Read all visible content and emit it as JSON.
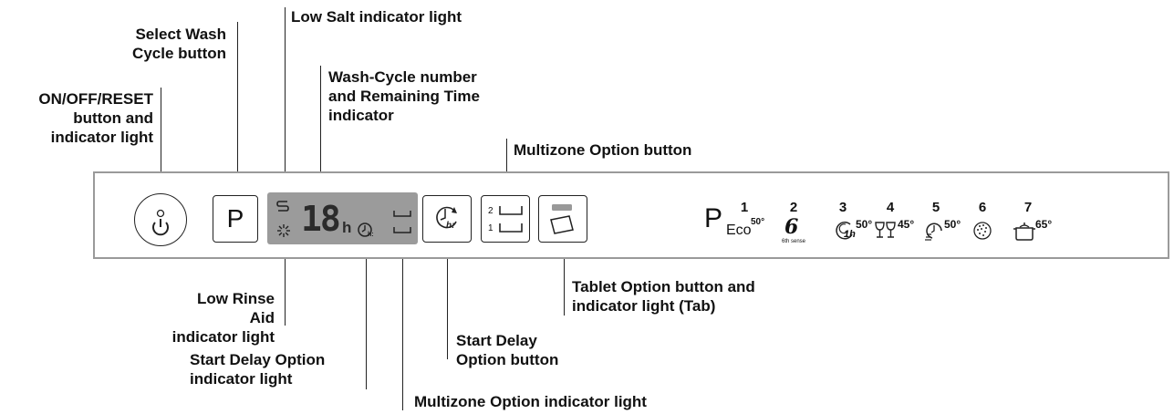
{
  "callouts": {
    "onoff": "ON/OFF/RESET\nbutton and\nindicator light",
    "select_wash": "Select Wash\nCycle button",
    "low_salt": "Low Salt indicator light",
    "wash_number": "Wash-Cycle number\nand Remaining Time\nindicator",
    "multizone_button": "Multizone Option button",
    "low_rinse": "Low Rinse\nAid\nindicator light",
    "start_delay_light": "Start Delay Option\nindicator light",
    "multizone_light": "Multizone Option indicator light",
    "start_delay_button": "Start Delay\nOption button",
    "tablet": "Tablet Option button and\nindicator light (Tab)"
  },
  "panel": {
    "program_button": "P",
    "display_digits": "18",
    "display_unit": "h",
    "program_letter": "P",
    "programs": [
      {
        "number": "1",
        "label": "Eco",
        "temp": "50°"
      },
      {
        "number": "2",
        "label": "6th sense",
        "temp": ""
      },
      {
        "number": "3",
        "label": "1h",
        "temp": "50°"
      },
      {
        "number": "4",
        "label": "",
        "temp": "45°"
      },
      {
        "number": "5",
        "label": "",
        "temp": "50°"
      },
      {
        "number": "6",
        "label": "",
        "temp": ""
      },
      {
        "number": "7",
        "label": "",
        "temp": "65°"
      }
    ],
    "multizone_levels": [
      "2",
      "1"
    ],
    "start_delay_symbol": "h:"
  }
}
